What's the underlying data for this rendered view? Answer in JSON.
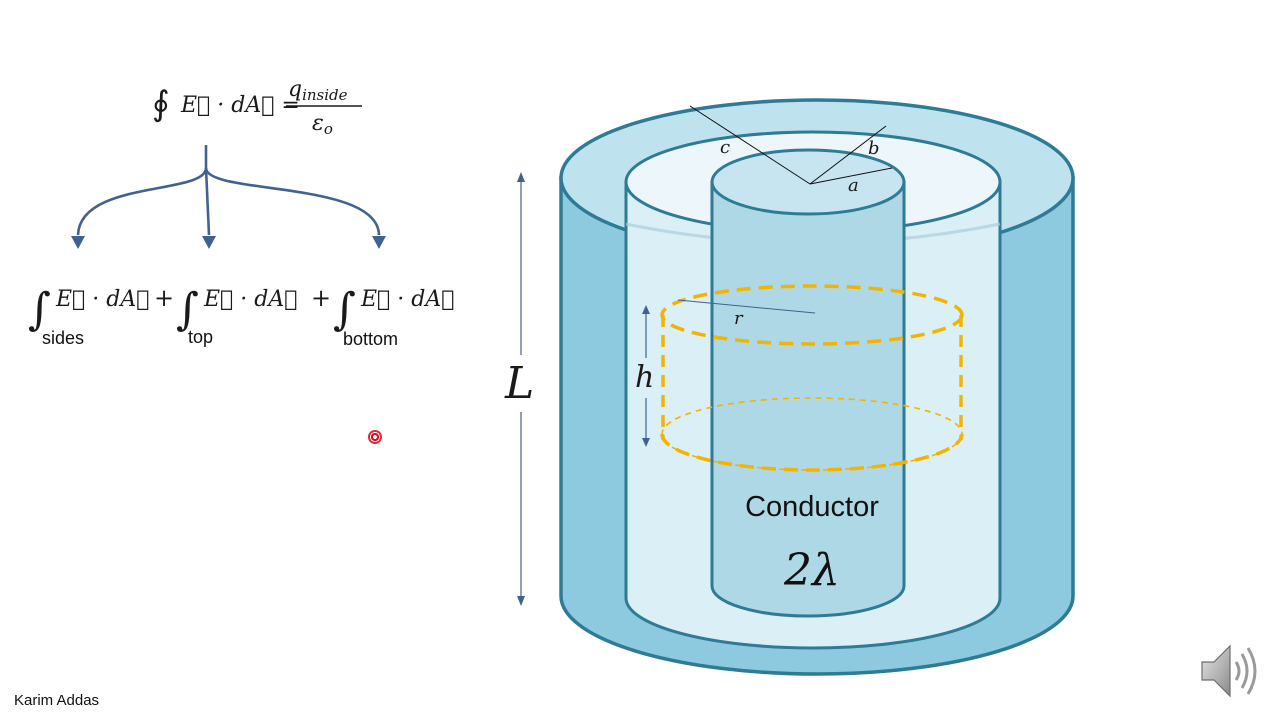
{
  "gauss_law": {
    "lhs": "∮ E⃗ · dA⃗ =",
    "numerator": "q",
    "numerator_sub": "inside",
    "denominator": "ε",
    "denominator_sub": "o"
  },
  "integrals": [
    {
      "expr": "E⃗ · dA⃗",
      "prefix": "",
      "label": "sides"
    },
    {
      "expr": "E⃗ · dA⃗",
      "prefix": "+",
      "label": "top"
    },
    {
      "expr": "E⃗ · dA⃗",
      "prefix": "+",
      "label": "bottom"
    }
  ],
  "diagram": {
    "radius_labels": {
      "c": "c",
      "b": "b",
      "a": "a"
    },
    "gaussian_radius": "r",
    "gaussian_height": "h",
    "length_label": "L",
    "conductor_label": "Conductor",
    "charge_label": "2λ"
  },
  "colors": {
    "outer_shell": "#8ecadf",
    "shell_edge": "#2e7b96",
    "gap_fill": "#dbeff6",
    "inner_conductor": "#aed8e6",
    "gaussian_surface": "#f2b400",
    "arrow": "#41628f"
  },
  "footer": {
    "author": "Karim Addas"
  },
  "icons": {
    "speaker": "speaker-icon",
    "pointer": "laser-pointer-icon"
  }
}
